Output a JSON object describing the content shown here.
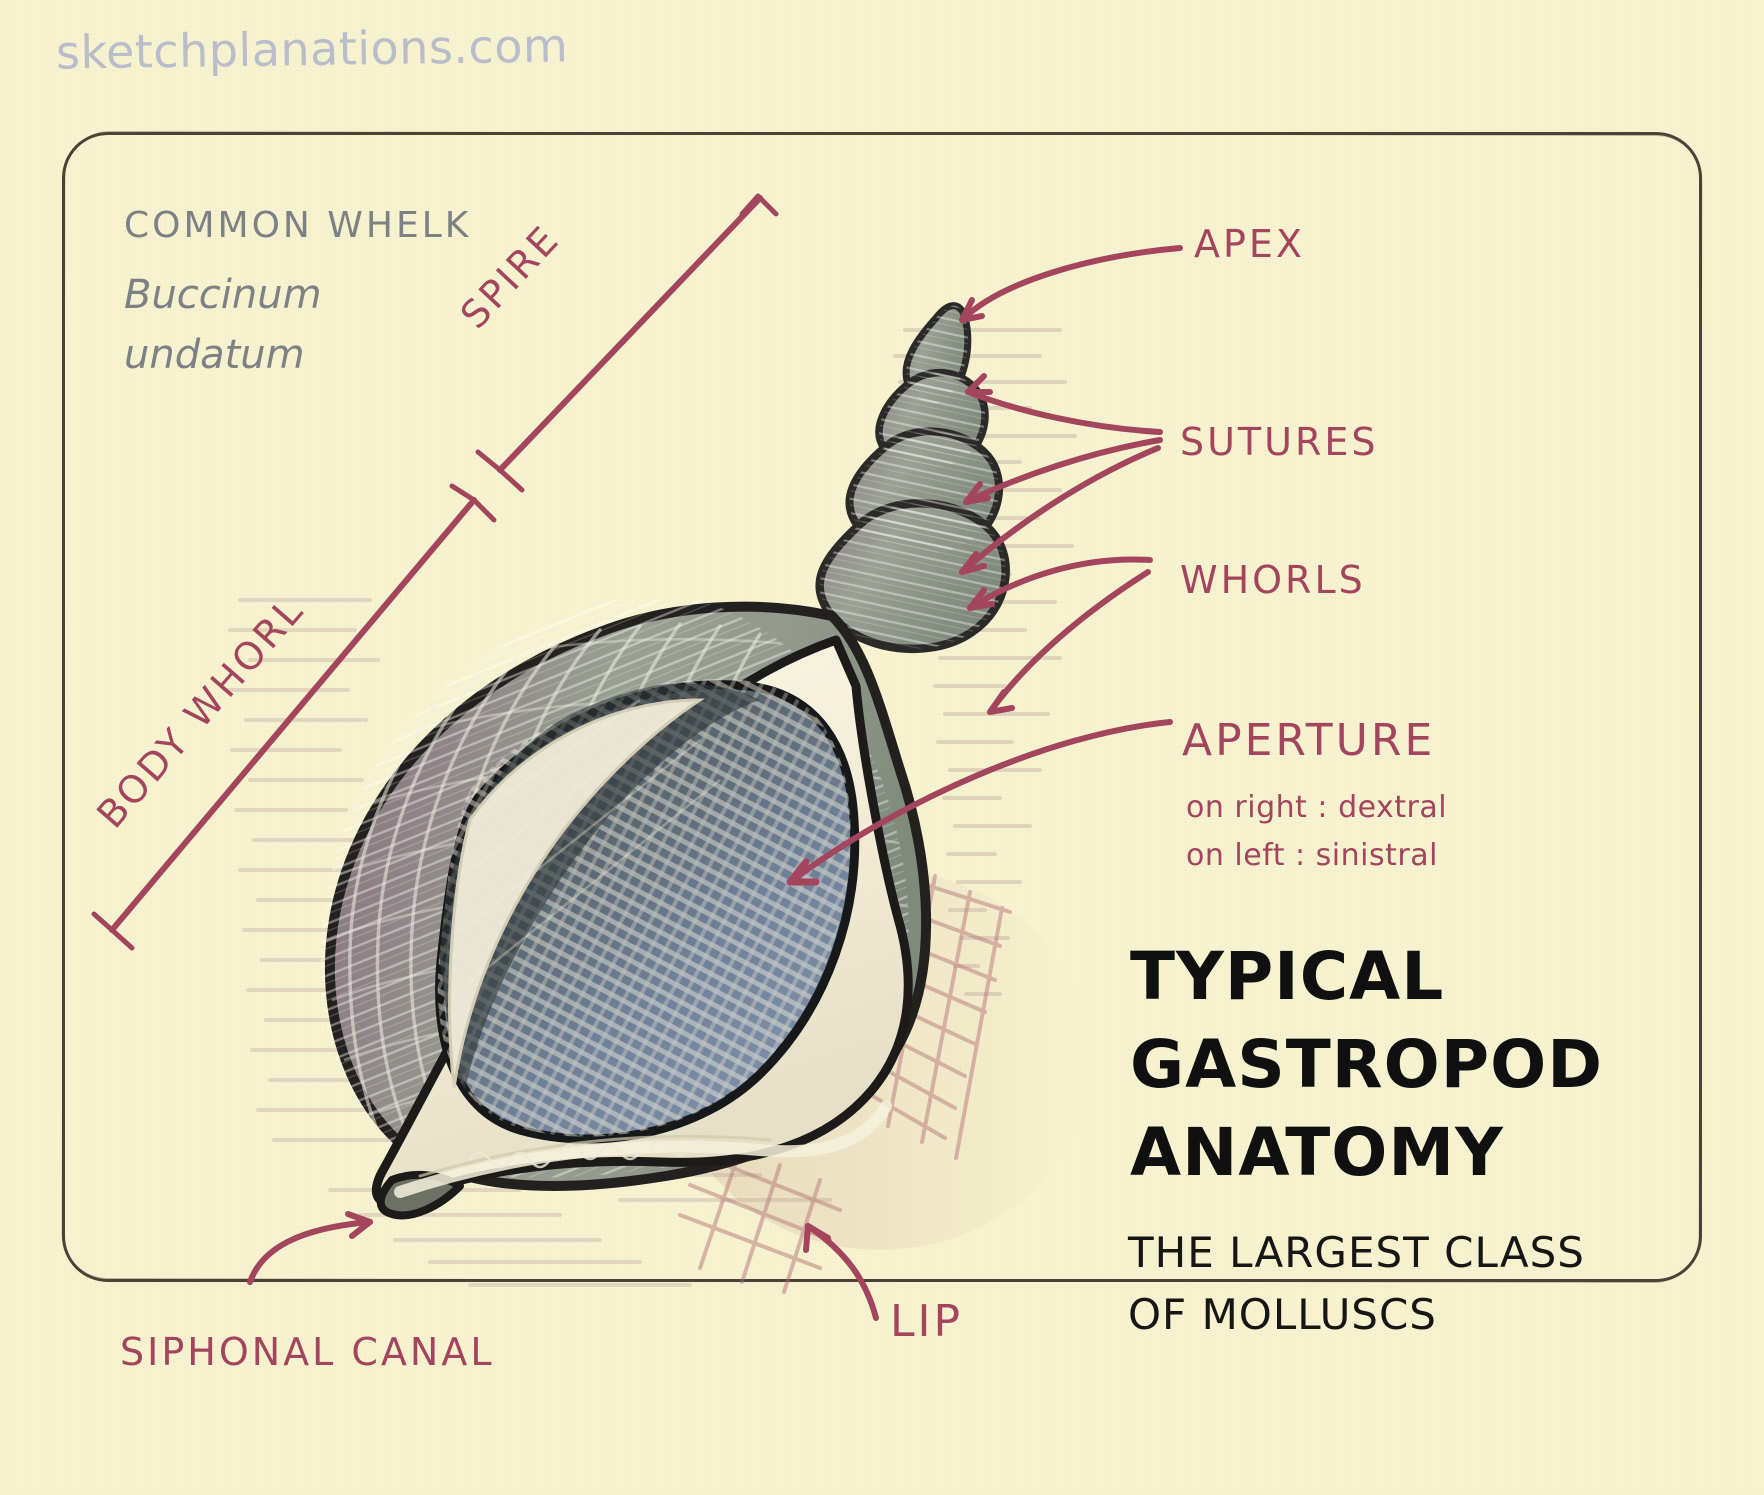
{
  "watermark": "sketchplanations.com",
  "species": {
    "common_name": "COMMON WHELK",
    "scientific_name_line1": "Buccinum",
    "scientific_name_line2": "undatum"
  },
  "labels": {
    "spire": "SPIRE",
    "body_whorl": "BODY WHORL",
    "apex": "APEX",
    "sutures": "SUTURES",
    "whorls": "WHORLS",
    "aperture": "APERTURE",
    "aperture_note_right": "on right : dextral",
    "aperture_note_left": "on left : sinistral",
    "siphonal_canal": "SIPHONAL CANAL",
    "lip": "LIP"
  },
  "title": {
    "line1": "TYPICAL",
    "line2": "GASTROPOD",
    "line3": "ANATOMY"
  },
  "subtitle": {
    "line1": "THE LARGEST CLASS",
    "line2": "OF MOLLUSCS"
  },
  "colors": {
    "paper": "#f7f3d0",
    "annotation": "#a4455e",
    "gray_text": "#7d8184",
    "title_black": "#111010",
    "frame": "#4a4336",
    "watermark": "#b9bcc9",
    "shell_sage": "#8f9a86",
    "shell_mauve": "#8a7b84",
    "shell_cream": "#f3eedb",
    "aperture_blue": "#6d7f99"
  }
}
